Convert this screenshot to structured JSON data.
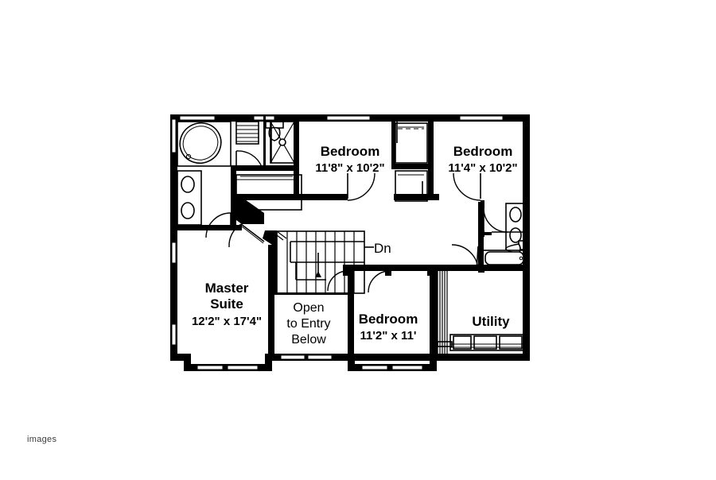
{
  "document": {
    "type": "architectural-floor-plan",
    "level": "second-floor",
    "watermark": "images",
    "background_color": "#ffffff",
    "line_color": "#000000"
  },
  "rooms": [
    {
      "id": "master-suite",
      "name": "Master",
      "name_line2": "Suite",
      "dimensions": "12'2\" x 17'4\""
    },
    {
      "id": "bedroom-2",
      "name": "Bedroom",
      "dimensions": "11'8\" x 10'2\""
    },
    {
      "id": "bedroom-3",
      "name": "Bedroom",
      "dimensions": "11'4\" x 10'2\""
    },
    {
      "id": "bedroom-4",
      "name": "Bedroom",
      "dimensions": "11'2\" x 11'"
    },
    {
      "id": "utility",
      "name": "Utility",
      "dimensions": ""
    }
  ],
  "annotations": {
    "stairs_down": "Dn",
    "open_to_entry": {
      "line1": "Open",
      "line2": "to Entry",
      "line3": "Below"
    }
  },
  "fixtures": [
    {
      "name": "oval-bathtub",
      "room": "master-bath"
    },
    {
      "name": "double-vanity-sink",
      "room": "master-bath"
    },
    {
      "name": "toilet",
      "room": "master-bath"
    },
    {
      "name": "shower-stall",
      "room": "master-bath"
    },
    {
      "name": "linen-shelving",
      "room": "master-bath"
    },
    {
      "name": "double-vanity-sink",
      "room": "hall-bath"
    },
    {
      "name": "toilet",
      "room": "hall-bath"
    },
    {
      "name": "bathtub",
      "room": "hall-bath"
    },
    {
      "name": "washer-dryer",
      "room": "utility"
    },
    {
      "name": "counter",
      "room": "utility"
    },
    {
      "name": "staircase",
      "room": "hallway"
    }
  ]
}
